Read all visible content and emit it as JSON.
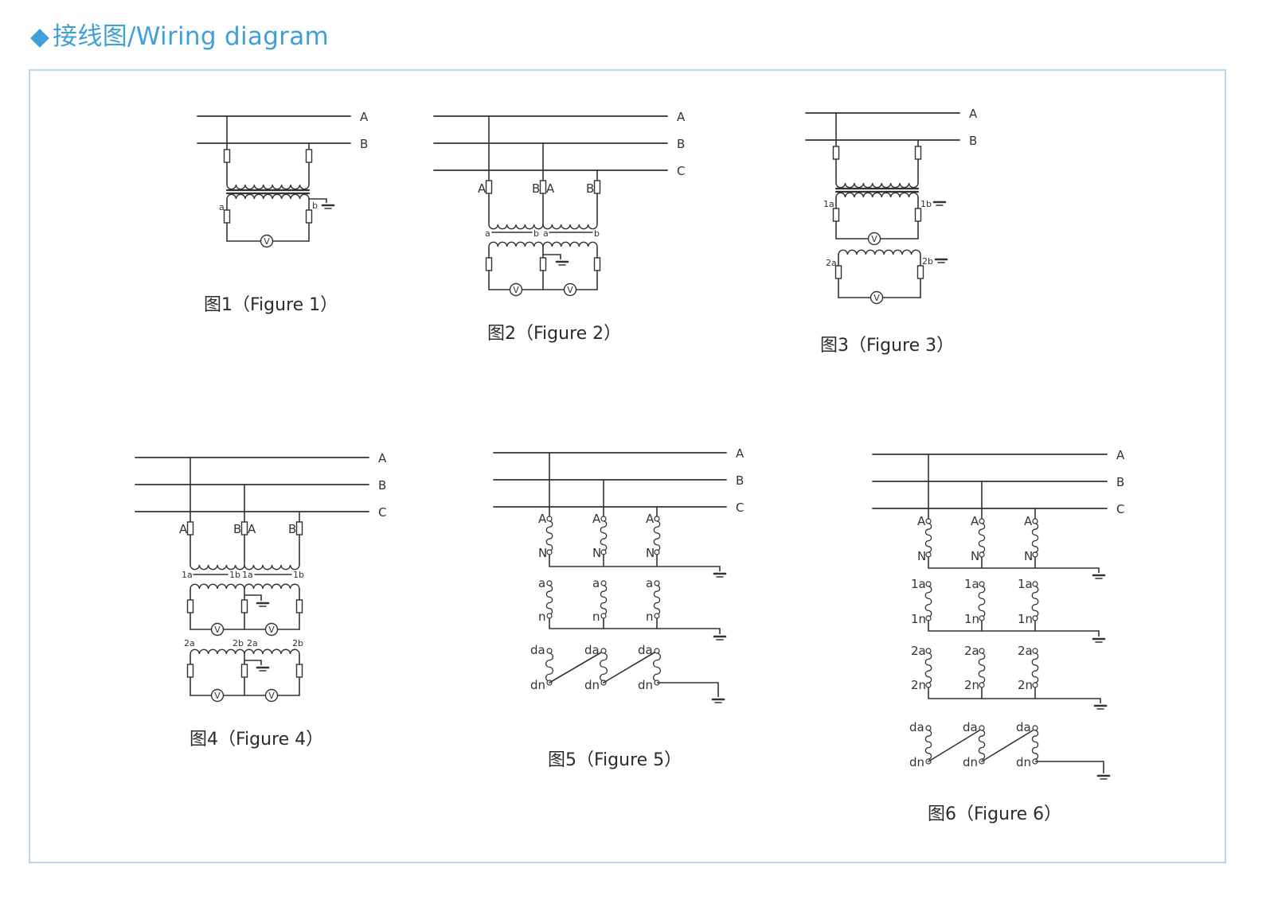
{
  "header": {
    "bullet": "◆",
    "title": "接线图/Wiring diagram"
  },
  "bus_labels": {
    "a": "A",
    "b": "B",
    "c": "C"
  },
  "captions": {
    "fig1": "图1（Figure 1）",
    "fig2": "图2（Figure 2）",
    "fig3": "图3（Figure 3）",
    "fig4": "图4（Figure 4）",
    "fig5": "图5（Figure 5）",
    "fig6": "图6（Figure 6）"
  },
  "terminals": {
    "A": "A",
    "B": "B",
    "N": "N",
    "a": "a",
    "b": "b",
    "n": "n",
    "da": "da",
    "dn": "dn",
    "1a": "1a",
    "1b": "1b",
    "1n": "1n",
    "2a": "2a",
    "2b": "2b",
    "2n": "2n"
  },
  "meter_symbol": "V",
  "colors": {
    "heading": "#3f9fd9",
    "frame": "#b9d6ea",
    "line": "#333333"
  }
}
